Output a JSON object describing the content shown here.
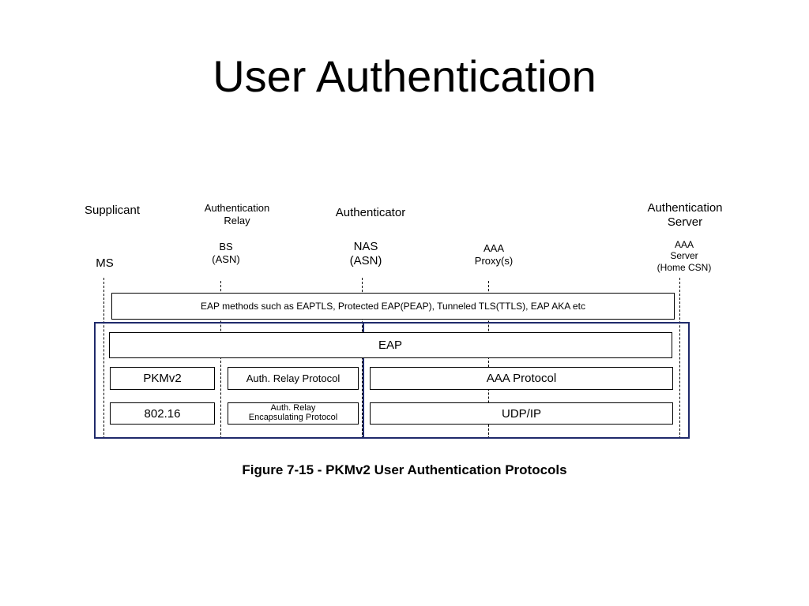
{
  "slide": {
    "title": "User Authentication"
  },
  "roles": {
    "supplicant": "Supplicant",
    "auth_relay": "Authentication\nRelay",
    "authenticator": "Authenticator",
    "auth_server": "Authentication\nServer"
  },
  "entities": {
    "ms": "MS",
    "bs": "BS\n(ASN)",
    "nas": "NAS\n(ASN)",
    "aaa_proxy": "AAA\nProxy(s)",
    "aaa_server": "AAA\nServer\n(Home CSN)"
  },
  "layers": {
    "eap_methods": "EAP methods such as EAPTLS, Protected EAP(PEAP), Tunneled TLS(TTLS), EAP AKA etc",
    "eap": "EAP",
    "pkmv2": "PKMv2",
    "auth_relay_protocol": "Auth. Relay Protocol",
    "aaa_protocol": "AAA Protocol",
    "ieee_80216": "802.16",
    "auth_relay_encap": "Auth. Relay\nEncapsulating Protocol",
    "udp_ip": "UDP/IP"
  },
  "caption": "Figure 7-15 - PKMv2 User Authentication Protocols"
}
